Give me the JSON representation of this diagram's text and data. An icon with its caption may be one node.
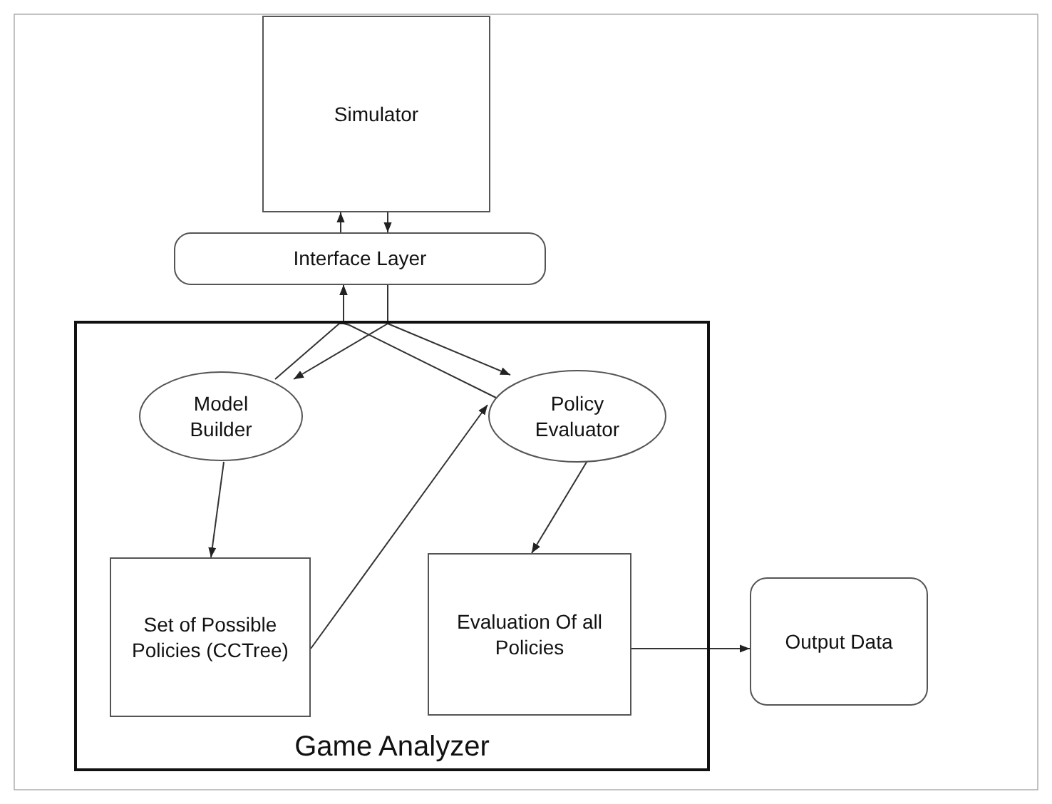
{
  "diagram": {
    "nodes": [
      {
        "text": [
          "Simulator"
        ]
      },
      {
        "text": [
          "Interface Layer"
        ]
      },
      {
        "text": [
          "Game Analyzer"
        ]
      },
      {
        "text": [
          "Model Builder"
        ],
        "in": 2
      },
      {
        "text": [
          "Policy Evaluator"
        ],
        "in": 2
      },
      {
        "text": [
          "Set of Possible Policies (CCTree)"
        ],
        "in": 2
      },
      {
        "text": [
          "Evaluation Of all Policies"
        ],
        "in": 2
      },
      {
        "text": [
          "Output Data"
        ]
      }
    ],
    "edges": [
      {
        "from": 1,
        "to": 0,
        "arrow": "to"
      },
      {
        "from": 0,
        "to": 1,
        "arrow": "to"
      },
      {
        "from": 3,
        "to": 1,
        "arrow": "to"
      },
      {
        "from": 4,
        "to": 1,
        "arrow": "to"
      },
      {
        "from": 1,
        "to": 3,
        "arrow": "to"
      },
      {
        "from": 1,
        "to": 4,
        "arrow": "to"
      },
      {
        "from": 3,
        "to": 5,
        "arrow": "to"
      },
      {
        "from": 5,
        "to": 4,
        "arrow": "to"
      },
      {
        "from": 4,
        "to": 6,
        "arrow": "to"
      },
      {
        "from": 6,
        "to": 7,
        "arrow": "to"
      }
    ]
  }
}
